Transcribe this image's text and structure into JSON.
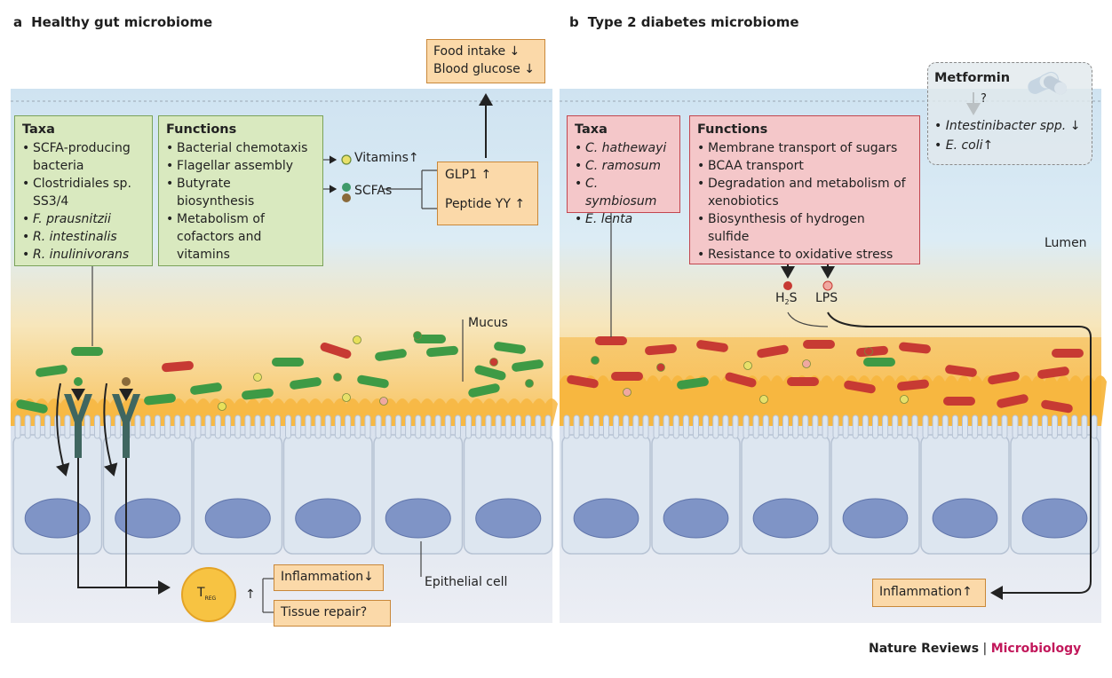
{
  "panel_a": {
    "letter": "a",
    "title": "Healthy gut microbiome",
    "taxa": {
      "heading": "Taxa",
      "items": [
        "SCFA-producing bacteria",
        "Clostridiales sp. SS3/4",
        "F. prausnitzii",
        "R. intestinalis",
        "R. inulinivorans"
      ]
    },
    "functions": {
      "heading": "Functions",
      "items": [
        "Bacterial chemotaxis",
        "Flagellar assembly",
        "Butyrate biosynthesis",
        "Metabolism of cofactors and vitamins"
      ]
    },
    "vitamins": "Vitamins↑",
    "scfas": "SCFAs",
    "glp1": "GLP1 ↑",
    "peptide_yy": "Peptide YY ↑",
    "food_intake": "Food intake ↓",
    "blood_glucose": "Blood glucose ↓",
    "mucus": "Mucus",
    "treg_main": "T",
    "treg_sub": "REG",
    "treg_arrow": "↑",
    "inflammation": "Inflammation↓",
    "tissue_repair": "Tissue repair?",
    "epithelial_cell": "Epithelial cell"
  },
  "panel_b": {
    "letter": "b",
    "title": "Type 2 diabetes microbiome",
    "taxa": {
      "heading": "Taxa",
      "items": [
        "C. hathewayi",
        "C. ramosum",
        "C. symbiosum",
        "E. lenta"
      ]
    },
    "functions": {
      "heading": "Functions",
      "items": [
        "Membrane transport of sugars",
        "BCAA transport",
        "Degradation and metabolism of xenobiotics",
        "Biosynthesis of hydrogen sulfide",
        "Resistance to oxidative stress"
      ]
    },
    "metformin": {
      "title": "Metformin",
      "question": "?",
      "items": [
        "Intestinibacter spp. ↓",
        "E. coli↑"
      ]
    },
    "lumen": "Lumen",
    "h2s_h": "H",
    "h2s_sub": "2",
    "h2s_s": "S",
    "lps": "LPS",
    "inflammation": "Inflammation↑"
  },
  "credit": {
    "journal": "Nature Reviews",
    "separator": " | ",
    "section": "Microbiology"
  },
  "colors": {
    "lumen_blue": "#d3e6f2",
    "mucus_orange": "#f7b63f",
    "green_bacteria": "#3e9a45",
    "red_bacteria": "#c73a33",
    "cell": "#dde6f0",
    "nucleus": "#7f94c6",
    "accent_microbiology": "#c2185b"
  }
}
